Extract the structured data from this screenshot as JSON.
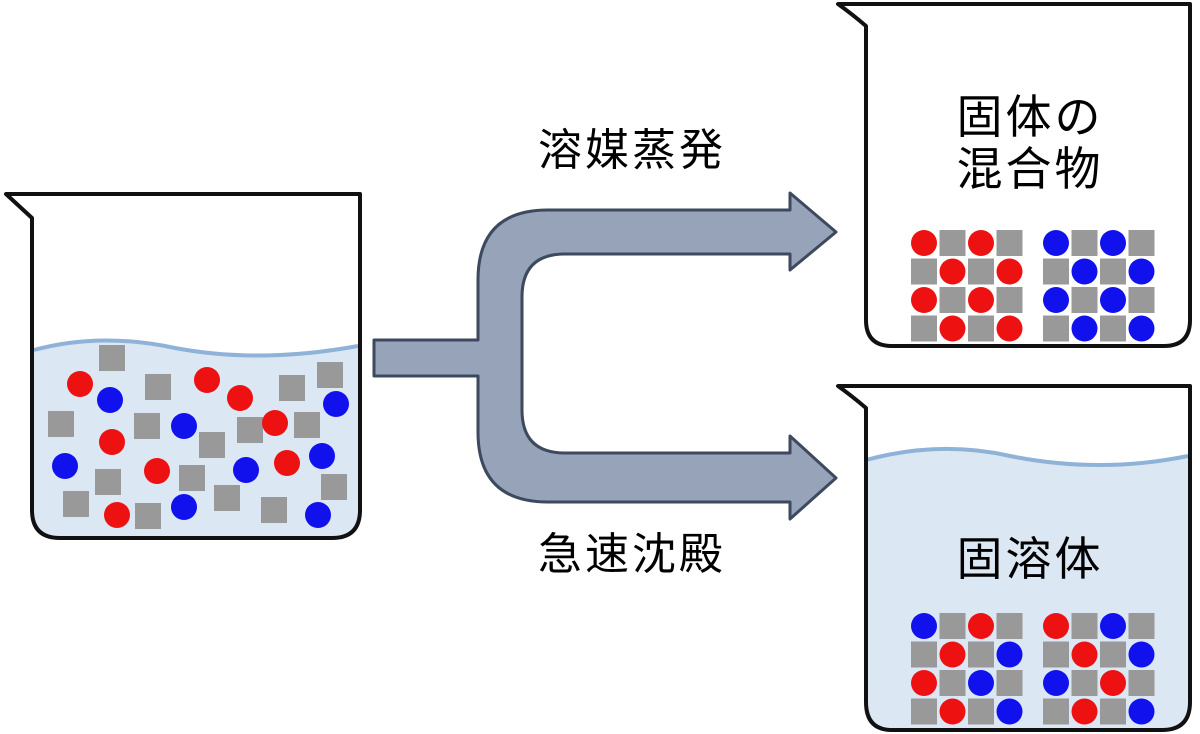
{
  "labels": {
    "evaporation": "溶媒蒸発",
    "precipitation": "急速沈殿",
    "solid_mixture": "固体の\n混合物",
    "solid_solution": "固溶体"
  },
  "colors": {
    "red_particle": "#ee1111",
    "blue_particle": "#1111ee",
    "gray_particle": "#999999",
    "liquid_fill": "#dce7f4",
    "liquid_surface": "#8fb2d8",
    "arrow_fill": "#96a3b8",
    "arrow_stroke": "#3d4a5e",
    "beaker_stroke": "#111111"
  },
  "icons": {
    "source_beaker": "beaker-with-solution-icon",
    "mixture_beaker": "beaker-with-solid-mixture-icon",
    "solution_beaker": "beaker-with-solid-solution-icon",
    "branch_arrow": "branching-arrow-icon"
  }
}
